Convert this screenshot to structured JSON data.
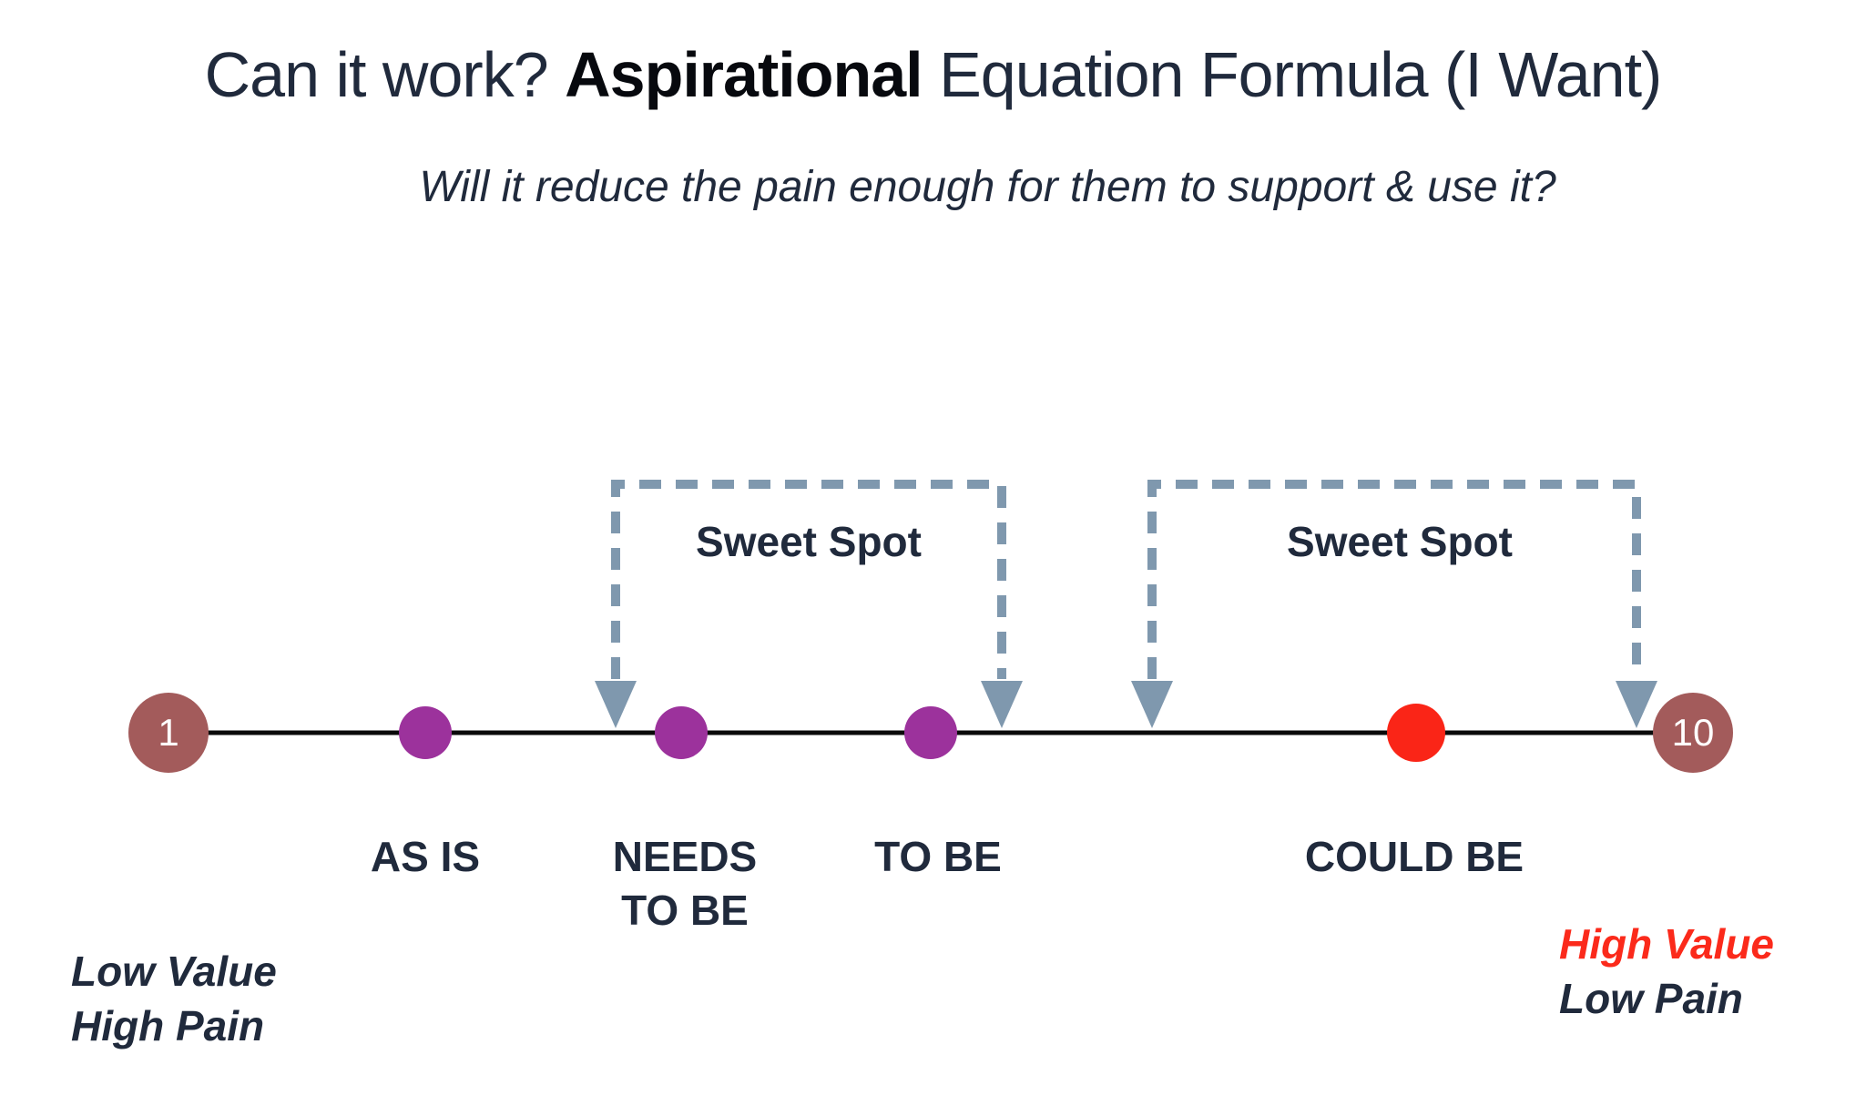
{
  "title": {
    "pre": "Can it work? ",
    "emphasis": "Aspirational",
    "post": " Equation Formula (I Want)"
  },
  "subtitle": "Will it reduce the pain enough for them to support & use it?",
  "timeline": {
    "scale_min": "1",
    "scale_max": "10",
    "points": {
      "as_is": {
        "label": "AS IS"
      },
      "needs_to_be": {
        "label": "NEEDS\nTO BE"
      },
      "to_be": {
        "label": "TO BE"
      },
      "could_be": {
        "label": "COULD BE"
      }
    }
  },
  "sweet_spots": {
    "left": {
      "label": "Sweet Spot"
    },
    "right": {
      "label": "Sweet Spot"
    }
  },
  "corners": {
    "bottom_left": {
      "line1": "Low Value",
      "line2": "High Pain"
    },
    "bottom_right": {
      "line1": "High Value",
      "line2": "Low Pain"
    }
  },
  "colors": {
    "navy": "#202a3c",
    "title-black": "#07090e",
    "maroon": "#a35b5b",
    "purple": "#9c329c",
    "red": "#fa2517",
    "red-text": "#fb2a1b",
    "bracket": "#7f98ae",
    "line": "#0a0a0a",
    "bg": "#ffffff",
    "white": "#ffffff"
  }
}
